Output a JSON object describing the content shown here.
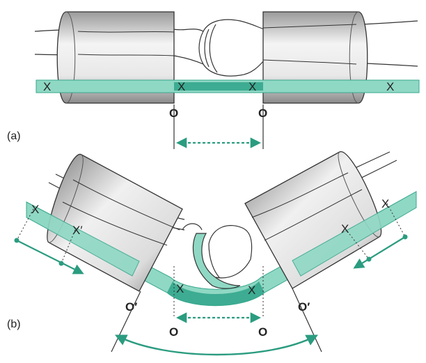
{
  "panels": [
    {
      "label": "(a)",
      "x_marks": [
        "X",
        "X",
        "X",
        "X"
      ],
      "point_labels": [
        "O",
        "O"
      ]
    },
    {
      "label": "(b)",
      "x_marks": [
        "X",
        "X′",
        "X",
        "X",
        "X",
        "X"
      ],
      "point_labels": [
        "O′",
        "O",
        "O",
        "O′"
      ]
    }
  ],
  "colors": {
    "band": "#8fd8c4",
    "band_edge": "#3aa88e",
    "arrow": "#2b9c80",
    "cylinder_light": "#f2f2f2",
    "cylinder_dark": "#8a8a8a",
    "outline": "#333333"
  }
}
